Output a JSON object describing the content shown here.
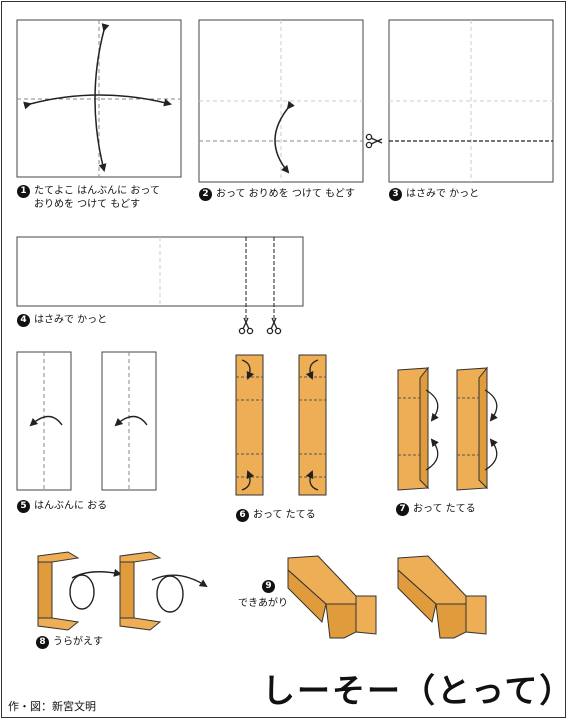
{
  "colors": {
    "paper": "#EDAE56",
    "paper_dark": "#E09B3C",
    "line": "#222222",
    "dash": "#888888"
  },
  "steps": [
    {
      "number": "1",
      "text": [
        "たてよこ はんぶんに おって",
        "おりめを つけて もどす"
      ]
    },
    {
      "number": "2",
      "text": [
        "おって おりめを つけて もどす"
      ]
    },
    {
      "number": "3",
      "text": [
        "はさみで かっと"
      ]
    },
    {
      "number": "4",
      "text": [
        "はさみで かっと"
      ]
    },
    {
      "number": "5",
      "text": [
        "はんぶんに おる"
      ]
    },
    {
      "number": "6",
      "text": [
        "おって たてる"
      ]
    },
    {
      "number": "7",
      "text": [
        "おって たてる"
      ]
    },
    {
      "number": "8",
      "text": [
        "うらがえす"
      ]
    },
    {
      "number": "9",
      "text": [
        "できあがり"
      ]
    }
  ],
  "credit": "作・図：新宮文明",
  "title": "しーそー（とって）",
  "icons": [
    "scissors-icon",
    "fold-arrow-icon"
  ]
}
